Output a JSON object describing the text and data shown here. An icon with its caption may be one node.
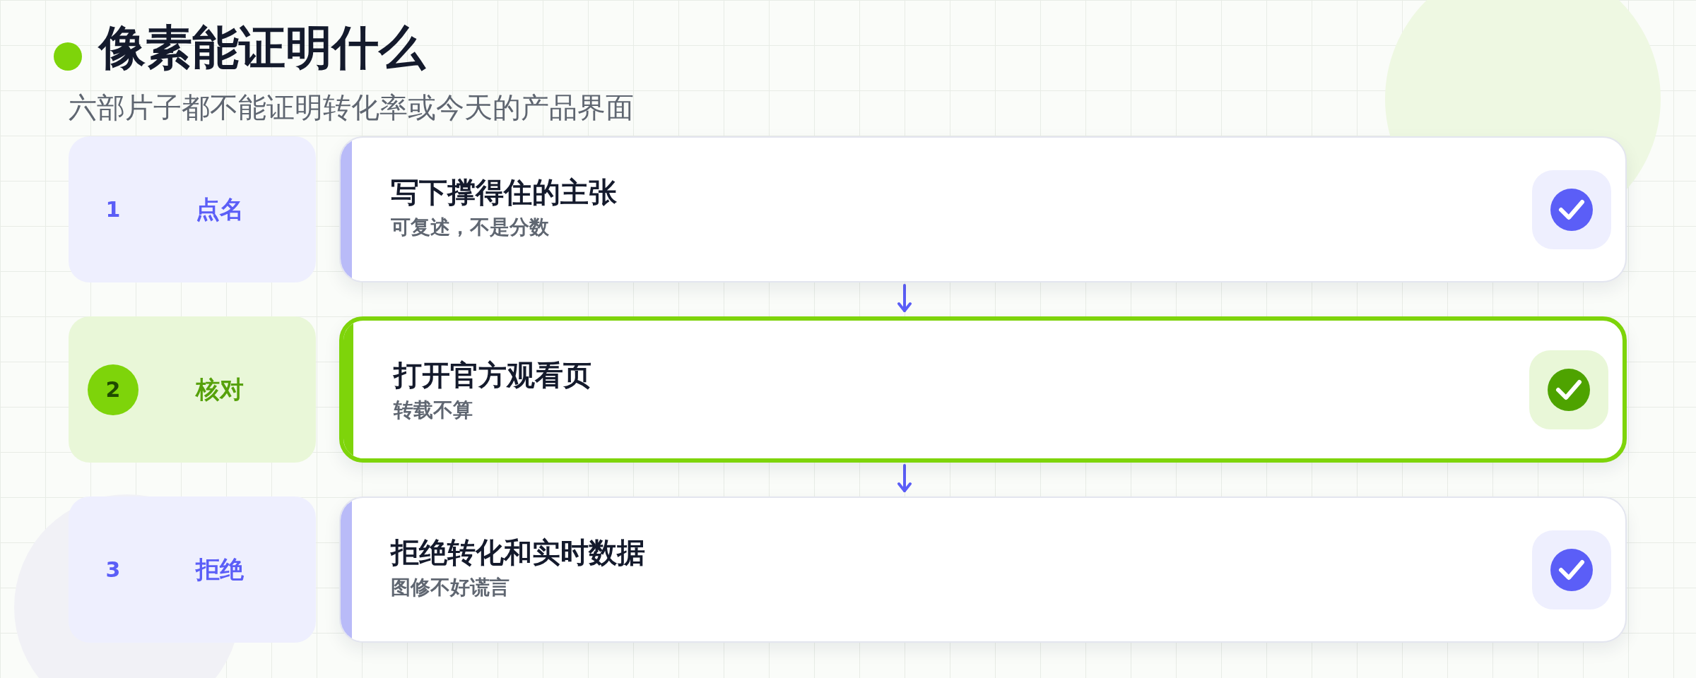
{
  "diagram": {
    "title": "像素能证明什么",
    "nodes": [
      {
        "text": [
          "1",
          "点名"
        ]
      },
      {
        "text": [
          "写下撑得住的主张",
          "可复述，不是分数"
        ]
      },
      {
        "text": [
          "2",
          "核对"
        ]
      },
      {
        "text": [
          "打开官方观看页",
          "转载不算"
        ]
      },
      {
        "text": [
          "3",
          "拒绝"
        ]
      },
      {
        "text": [
          "拒绝转化和实时数据",
          "图修不好谎言"
        ]
      }
    ],
    "edges": [
      {
        "from": 1,
        "to": 3,
        "arrow": "to"
      },
      {
        "from": 3,
        "to": 5,
        "arrow": "to"
      }
    ],
    "labels": [
      "六部片子都不能证明转化率或今天的产品界面"
    ]
  }
}
